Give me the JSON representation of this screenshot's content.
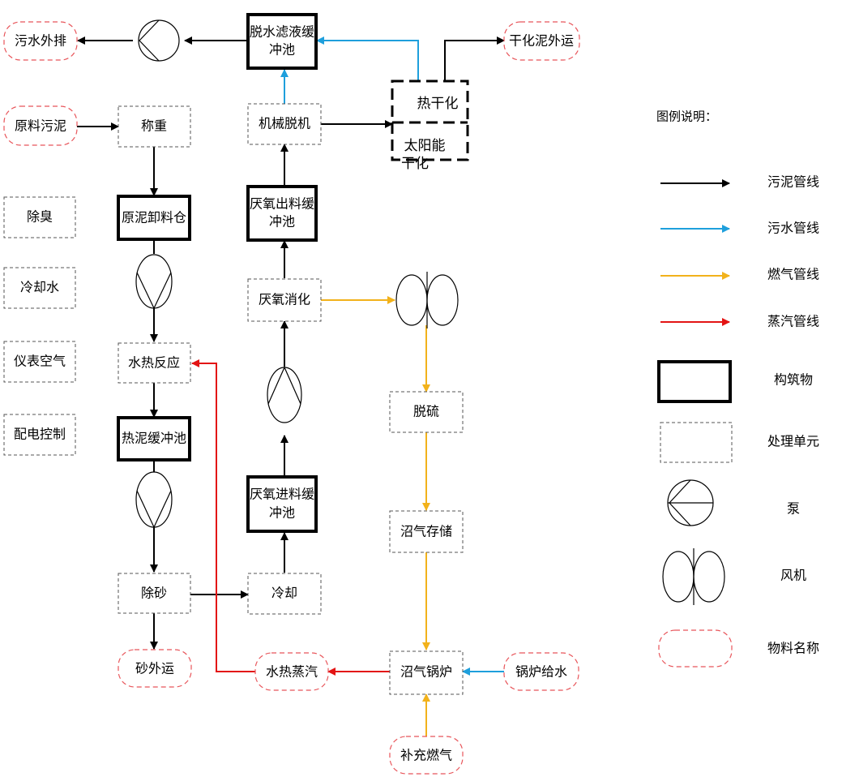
{
  "nodes": {
    "sewage_out": "污水外排",
    "raw_sludge": "原料污泥",
    "deodor": "除臭",
    "cooling_water": "冷却水",
    "instrument_air": "仪表空气",
    "power_control": "配电控制",
    "weighing": "称重",
    "raw_bin": "原泥卸料仓",
    "hydro_reaction": "水热反应",
    "hot_buffer": "热泥缓冲池",
    "desand": "除砂",
    "sand_out": "砂外运",
    "filtrate_buffer_l1": "脱水滤液缓",
    "filtrate_buffer_l2": "冲池",
    "mech_dewater": "机械脱机",
    "anaer_out_l1": "厌氧出料缓",
    "anaer_out_l2": "冲池",
    "anaer_digest": "厌氧消化",
    "anaer_in_l1": "厌氧进料缓",
    "anaer_in_l2": "冲池",
    "cooling": "冷却",
    "hydro_steam": "水热蒸汽",
    "heat_dry": "热干化",
    "solar_dry_l1": "太阳能",
    "solar_dry_l2": "干化",
    "dry_sludge_out": "干化泥外运",
    "desulfur": "脱硫",
    "biogas_store": "沼气存储",
    "biogas_boiler": "沼气锅炉",
    "boiler_water": "锅炉给水",
    "supp_gas": "补充燃气"
  },
  "legend": {
    "title": "图例说明：",
    "items": [
      "污泥管线",
      "污水管线",
      "燃气管线",
      "蒸汽管线",
      "构筑物",
      "处理单元",
      "泵",
      "风机",
      "物料名称"
    ]
  },
  "colors": {
    "sludge": "#000000",
    "sewage": "#1e9fdc",
    "gas": "#f2b21b",
    "steam": "#e31414",
    "material_border": "#e8555a",
    "unit_border": "#555555"
  }
}
